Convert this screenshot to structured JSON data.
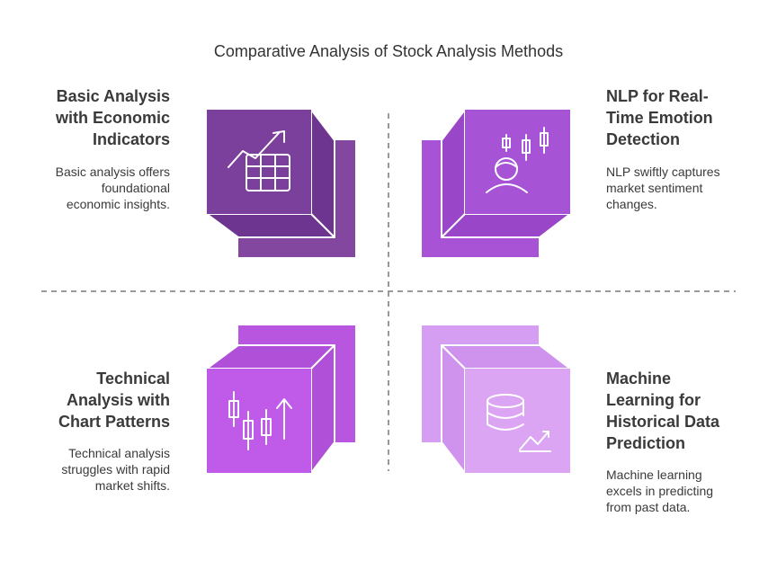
{
  "title": "Comparative Analysis of Stock Analysis Methods",
  "colors": {
    "q1_front": "#7b3f9c",
    "q1_back": "#83479f",
    "q2_front": "#a753d6",
    "q2_back": "#a852d5",
    "q3_front": "#c05ae8",
    "q3_back": "#b856e0",
    "q4_front": "#dba5f4",
    "q4_back": "#d59ef2",
    "divider": "#9a9a9a",
    "text": "#3a3a3a"
  },
  "quadrants": [
    {
      "heading_lines": [
        "Basic Analysis",
        "with Economic",
        "Indicators"
      ],
      "desc_lines": [
        "Basic analysis offers",
        "foundational",
        "economic insights."
      ],
      "icon": "chart-table-icon"
    },
    {
      "heading_lines": [
        "NLP for Real-",
        "Time Emotion",
        "Detection"
      ],
      "desc_lines": [
        "NLP swiftly captures",
        "market sentiment",
        "changes."
      ],
      "icon": "person-candlestick-icon"
    },
    {
      "heading_lines": [
        "Technical",
        "Analysis with",
        "Chart Patterns"
      ],
      "desc_lines": [
        "Technical analysis",
        "struggles with rapid",
        "market shifts."
      ],
      "icon": "candlestick-arrow-icon"
    },
    {
      "heading_lines": [
        "Machine",
        "Learning for",
        "Historical Data",
        "Prediction"
      ],
      "desc_lines": [
        "Machine learning",
        "excels in predicting",
        "from past data."
      ],
      "icon": "database-chart-icon"
    }
  ]
}
